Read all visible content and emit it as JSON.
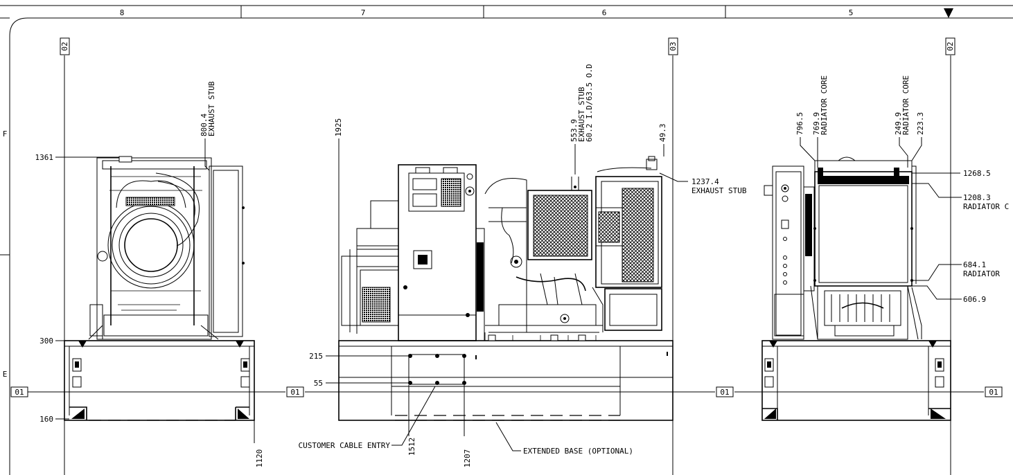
{
  "zones": {
    "top": [
      "8",
      "7",
      "6",
      "5"
    ],
    "side": [
      "F",
      "E"
    ]
  },
  "datum_tags": {
    "o2_left": "02",
    "o3": "03",
    "o2_right": "02",
    "o1_a": "01",
    "o1_b": "01",
    "o1_c": "01",
    "o1_d": "01"
  },
  "left_view": {
    "dim_1361": "1361",
    "dim_300": "300",
    "dim_160": "160",
    "dim_1120": "1120",
    "exhaust_value": "800.4",
    "exhaust_label": "EXHAUST STUB"
  },
  "center_view": {
    "dim_1925": "1925",
    "exhaust_value": "553.9",
    "exhaust_label": "EXHAUST STUB",
    "exhaust_size": "60.2 I.D/63.5 O.D",
    "dim_49_3": "49.3",
    "side_exhaust_value": "1237.4",
    "side_exhaust_label": "EXHAUST STUB",
    "dim_215": "215",
    "dim_55": "55",
    "dim_1512": "1512",
    "dim_1207": "1207",
    "cable_entry_label": "CUSTOMER CABLE ENTRY",
    "extended_base_label": "EXTENDED BASE (OPTIONAL)"
  },
  "right_view": {
    "dim_796_5": "796.5",
    "core_a_value": "769.9",
    "core_a_label": "RADIATOR CORE",
    "core_b_value": "249.9",
    "core_b_label": "RADIATOR CORE",
    "dim_223_3": "223.3",
    "dim_1268_5": "1268.5",
    "dim_1208_3": "1208.3",
    "label_1208_3": "RADIATOR C",
    "dim_684_1": "684.1",
    "label_684_1": "RADIATOR",
    "dim_606_9": "606.9"
  }
}
